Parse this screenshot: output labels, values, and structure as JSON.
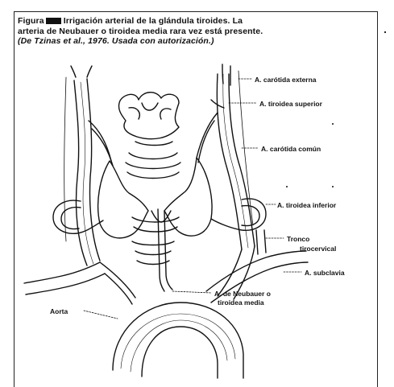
{
  "caption": {
    "figure_word": "Figura",
    "title_line1": "Irrigación arterial de la glándula tiroides. La",
    "title_line2": "arteria de Neubauer o tiroidea media rara vez está presente.",
    "source_line": "(De Tzinas et al., 1976. Usada con autorización.)"
  },
  "labels": {
    "carotida_externa": "A. carótida externa",
    "tiroidea_superior": "A. tiroidea superior",
    "carotida_comun": "A. carótida común",
    "tiroidea_inferior": "A. tiroidea inferior",
    "tronco_line1": "Tronco",
    "tronco_line2": "tirocervical",
    "subclavia": "A. subclavia",
    "neubauer_line1": "A. de Neubauer o",
    "neubauer_line2": "tiroidea media",
    "aorta": "Aorta"
  },
  "colors": {
    "ink": "#111111",
    "paper": "#ffffff"
  }
}
